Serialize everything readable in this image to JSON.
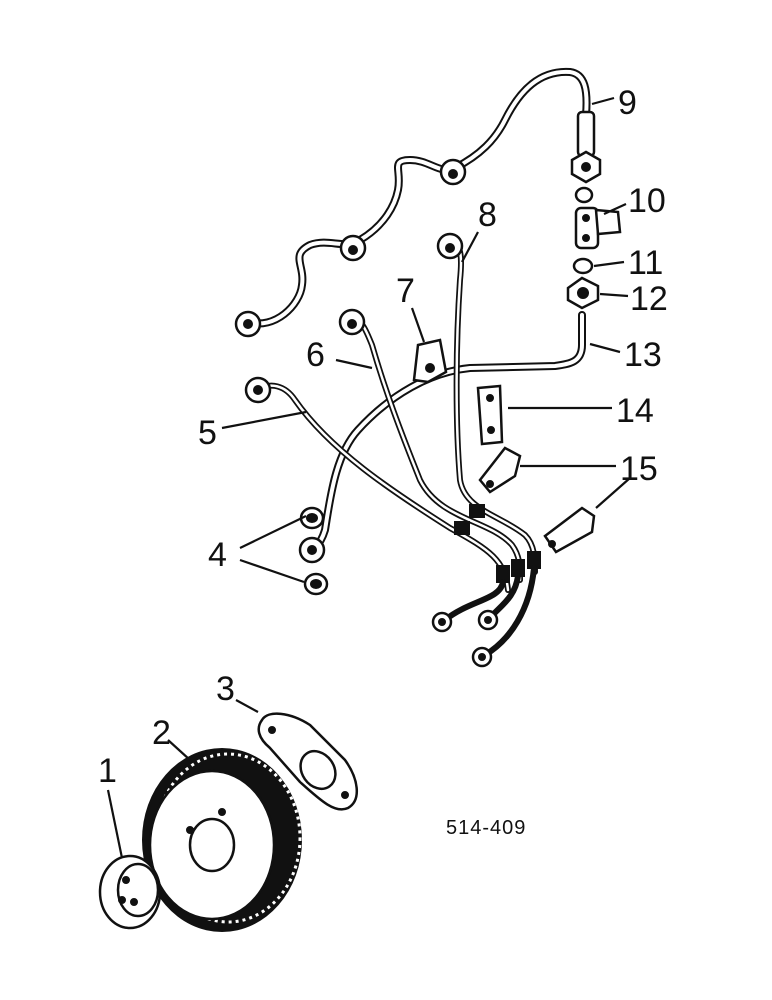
{
  "figure_ref": "514-409",
  "callouts": [
    "1",
    "2",
    "3",
    "4",
    "5",
    "6",
    "7",
    "8",
    "9",
    "10",
    "11",
    "12",
    "13",
    "14",
    "15"
  ],
  "colors": {
    "ink": "#111111",
    "paper": "#ffffff"
  }
}
